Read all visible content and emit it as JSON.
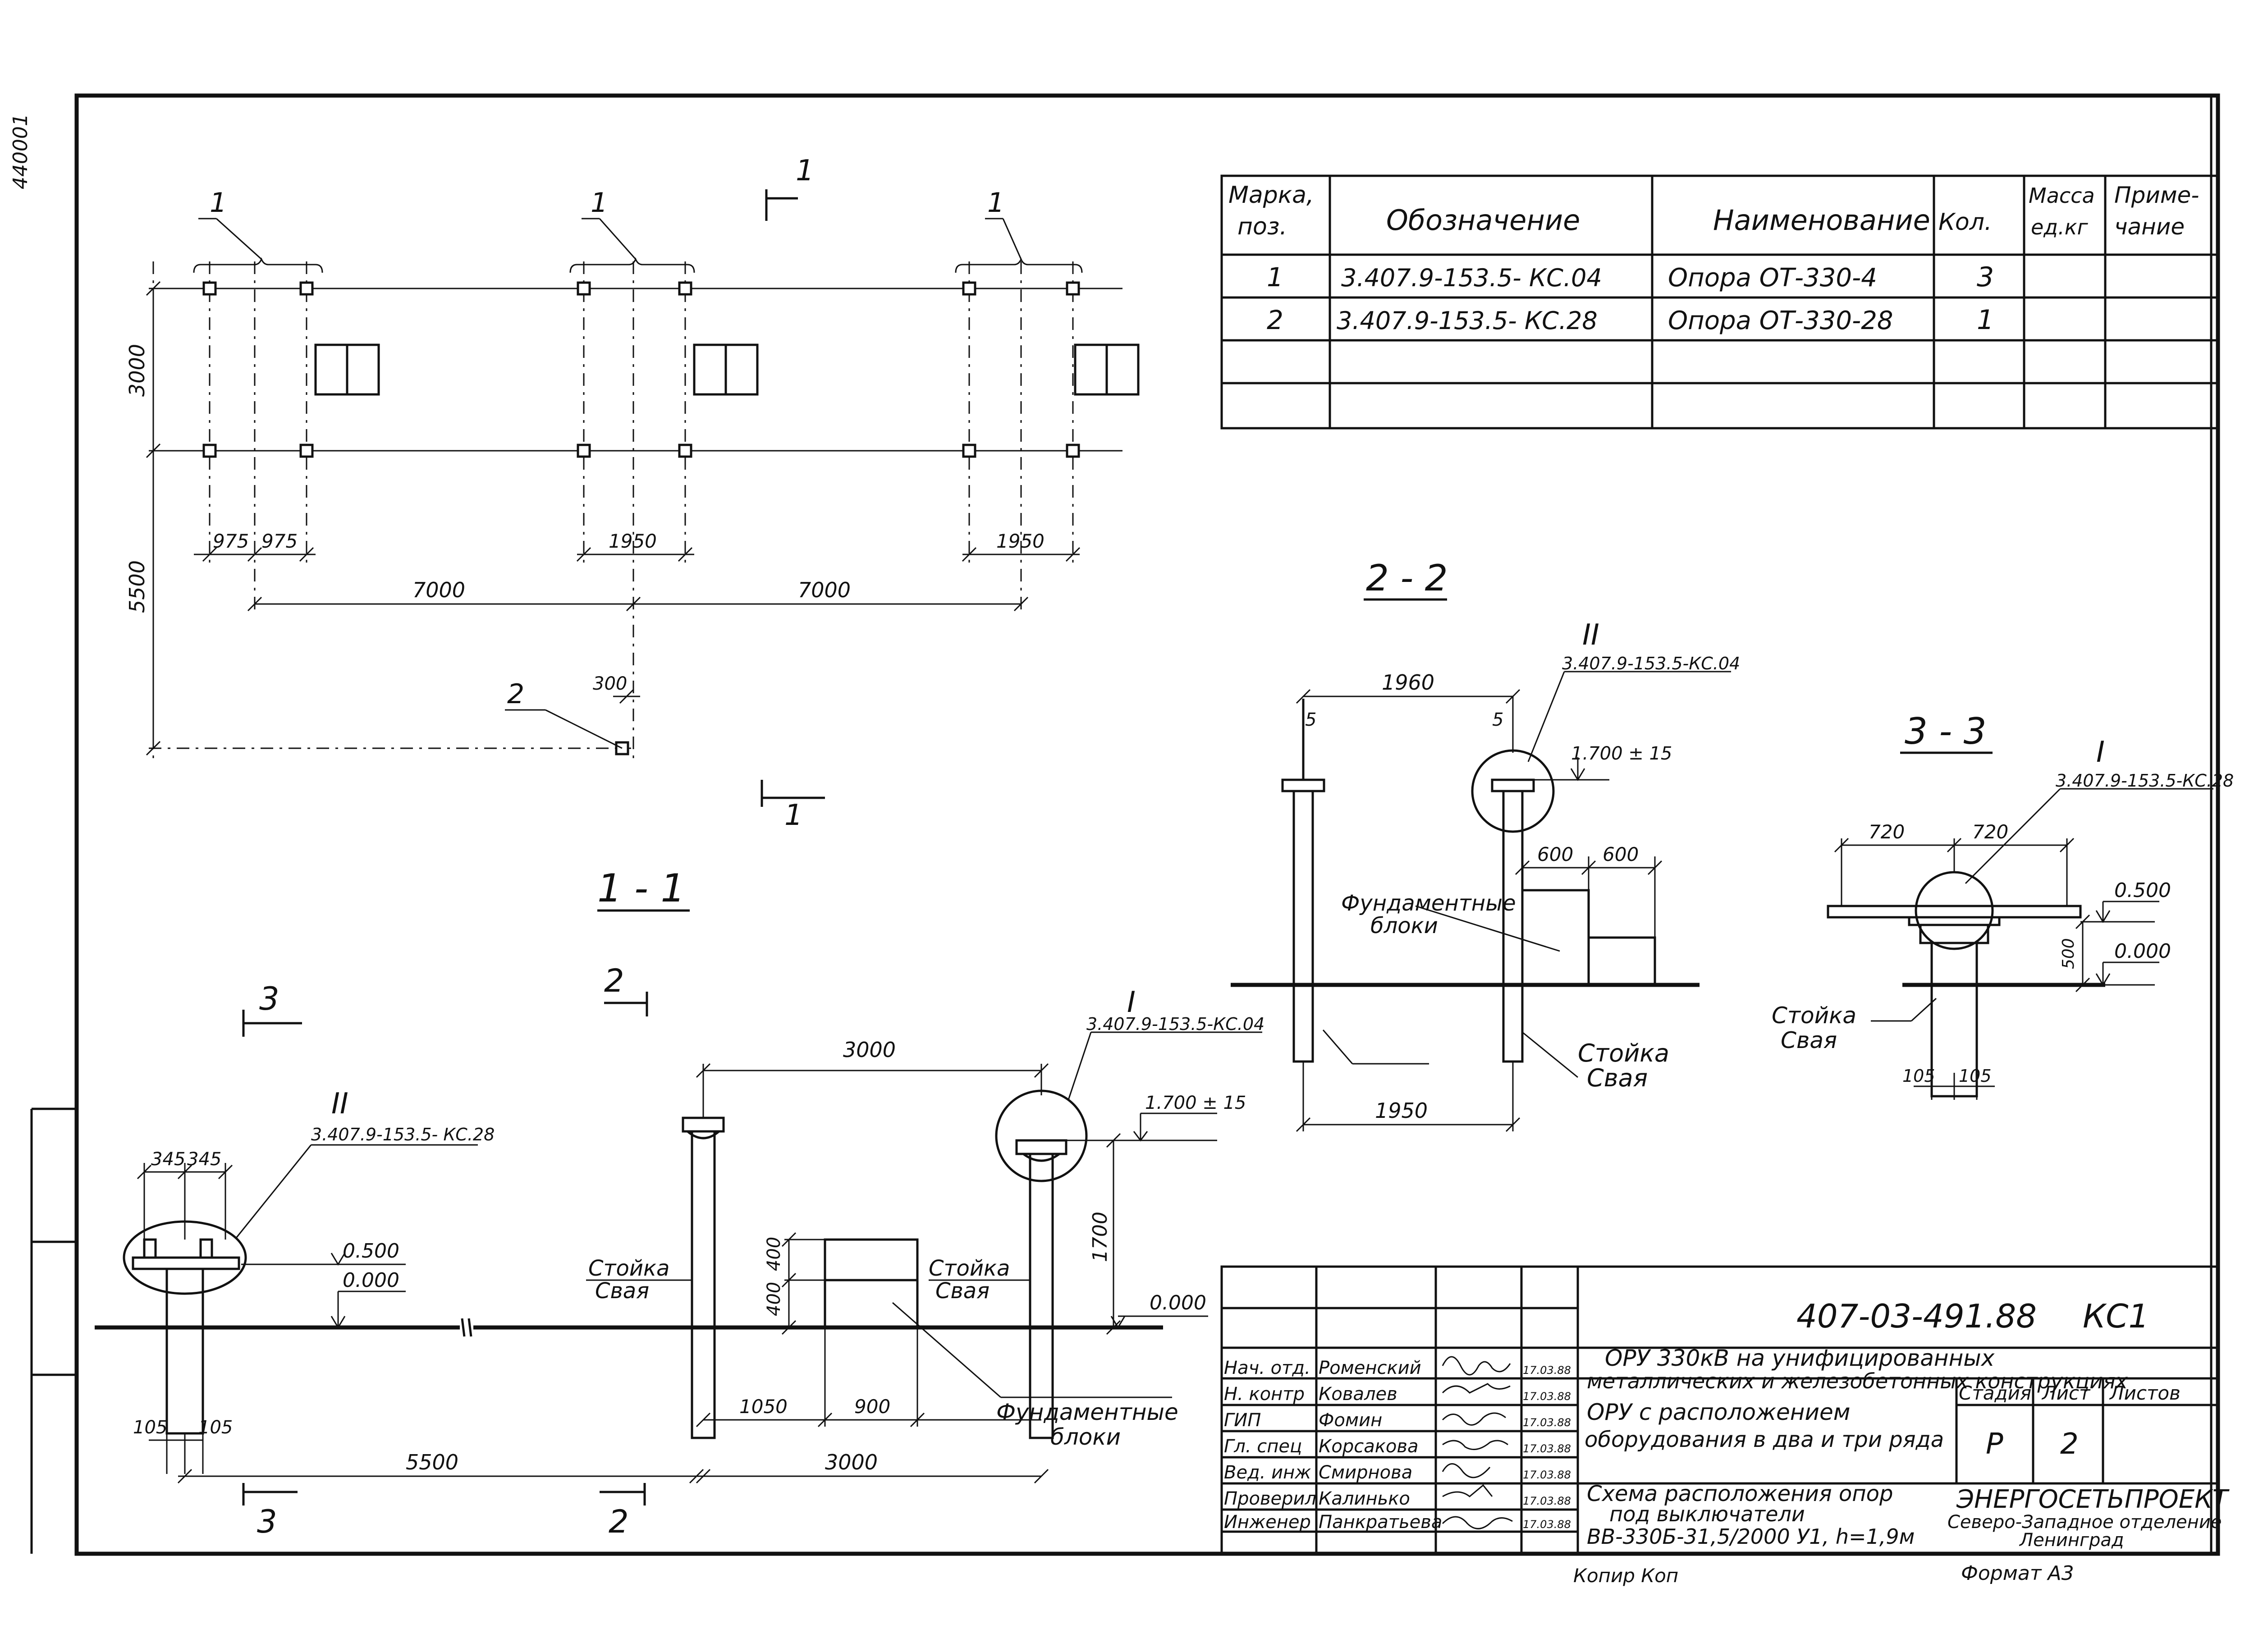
{
  "sheet": {
    "side_label": "440001",
    "copy_note": "Копир Коп",
    "format_note": "Формат А3"
  },
  "plan": {
    "section_top": "1",
    "section_bottom": "1",
    "pos_labels": [
      "1",
      "1",
      "1",
      "2"
    ],
    "dims": {
      "d3000": "3000",
      "d5500": "5500",
      "d975a": "975",
      "d975b": "975",
      "d1950a": "1950",
      "d1950b": "1950",
      "d7000a": "7000",
      "d7000b": "7000",
      "d300": "300"
    }
  },
  "section_1_1": {
    "title": "1 - 1",
    "mark_3": "3",
    "mark_2": "2",
    "mark_3_bottom": "3",
    "mark_2_bottom": "2",
    "node_II": "II",
    "node_II_ref": "3.407.9-153.5- КС.28",
    "node_I": "I",
    "node_I_ref": "3.407.9-153.5-КС.04",
    "level_0500": "0.500",
    "level_0000a": "0.000",
    "level_0000b": "0.000",
    "level_1700": "1.700 ± 15",
    "dims": {
      "d345a": "345",
      "d345b": "345",
      "d105a": "105",
      "d105b": "105",
      "d5500": "5500",
      "d3000top": "3000",
      "d3000bot": "3000",
      "d1050": "1050",
      "d900": "900",
      "d400a": "400",
      "d400b": "400",
      "d1700": "1700"
    },
    "label_stoika1": "Стойка",
    "label_svaya1": "Свая",
    "label_stoika2": "Стойка",
    "label_svaya2": "Свая",
    "label_fund1": "Фундаментные",
    "label_fund2": "блоки"
  },
  "section_2_2": {
    "title": "2 - 2",
    "node_II": "II",
    "node_II_ref": "3.407.9-153.5-КС.04",
    "level_1700": "1.700 ± 15",
    "dims": {
      "d1960": "1960",
      "d5a": "5",
      "d5b": "5",
      "d600a": "600",
      "d600b": "600",
      "d1950": "1950"
    },
    "label_fund1": "Фундаментные",
    "label_fund2": "блоки",
    "label_stoika": "Стойка",
    "label_svaya": "Свая"
  },
  "section_3_3": {
    "title": "3 - 3",
    "node_I": "I",
    "node_I_ref": "3.407.9-153.5-КС.28",
    "level_0500": "0.500",
    "level_0000": "0.000",
    "dims": {
      "d720a": "720",
      "d720b": "720",
      "d500": "500",
      "d105a": "105",
      "d105b": "105"
    },
    "label_stoika": "Стойка",
    "label_svaya": "Свая"
  },
  "spec_table": {
    "headers": {
      "mark1": "Марка,",
      "mark2": "поз.",
      "designation": "Обозначение",
      "name": "Наименование",
      "qty": "Кол.",
      "mass1": "Масса",
      "mass2": "ед.кг",
      "note1": "Приме-",
      "note2": "чание"
    },
    "rows": [
      {
        "pos": "1",
        "designation": "3.407.9-153.5- КС.04",
        "name": "Опора  ОТ-330-4",
        "qty": "3"
      },
      {
        "pos": "2",
        "designation": "3.407.9-153.5- КС.28",
        "name": "Опора  ОТ-330-28",
        "qty": "1"
      }
    ]
  },
  "title_block": {
    "code": "407-03-491.88",
    "sheet_code": "КС1",
    "project_line1": "ОРУ 330кВ на унифицированных",
    "project_line2": "металлических и железобетонных конструкциях",
    "title1_line1": "ОРУ с расположением",
    "title1_line2": "оборудования в два и три ряда",
    "title2_line1": "Схема расположения опор",
    "title2_line2": "под выключатели",
    "title2_line3": "ВВ-330Б-31,5/2000 У1,  h=1,9м",
    "stage_label": "Стадия",
    "sheet_label": "Лист",
    "sheets_label": "Листов",
    "stage": "Р",
    "sheet": "2",
    "org_line1": "ЭНЕРГОСЕТЬПРОЕКТ",
    "org_line2": "Северо-Западное отделение",
    "org_line3": "Ленинград",
    "staff": [
      {
        "role": "Нач. отд.",
        "name": "Роменский",
        "date": "17.03.88"
      },
      {
        "role": "Н. контр",
        "name": "Ковалев",
        "date": "17.03.88"
      },
      {
        "role": "ГИП",
        "name": "Фомин",
        "date": "17.03.88"
      },
      {
        "role": "Гл. спец",
        "name": "Корсакова",
        "date": "17.03.88"
      },
      {
        "role": "Вед. инж",
        "name": "Смирнова",
        "date": "17.03.88"
      },
      {
        "role": "Проверил",
        "name": "Калинько",
        "date": "17.03.88"
      },
      {
        "role": "Инженер",
        "name": "Панкратьева",
        "date": "17.03.88"
      }
    ]
  }
}
